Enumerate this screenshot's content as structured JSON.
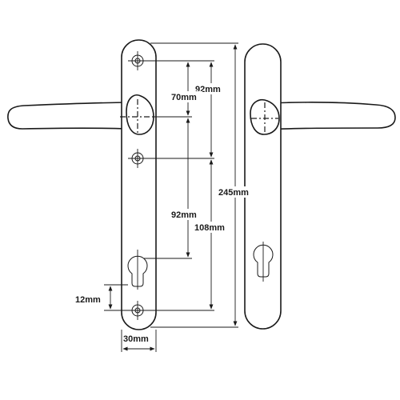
{
  "dimensions": {
    "hole_to_spindle": "70mm",
    "top_hole_to_hole": "92mm",
    "spindle_to_cylinder": "92mm",
    "hole_to_bottom_hole": "108mm",
    "overall_height": "245mm",
    "cylinder_offset": "12mm",
    "plate_width": "30mm"
  }
}
